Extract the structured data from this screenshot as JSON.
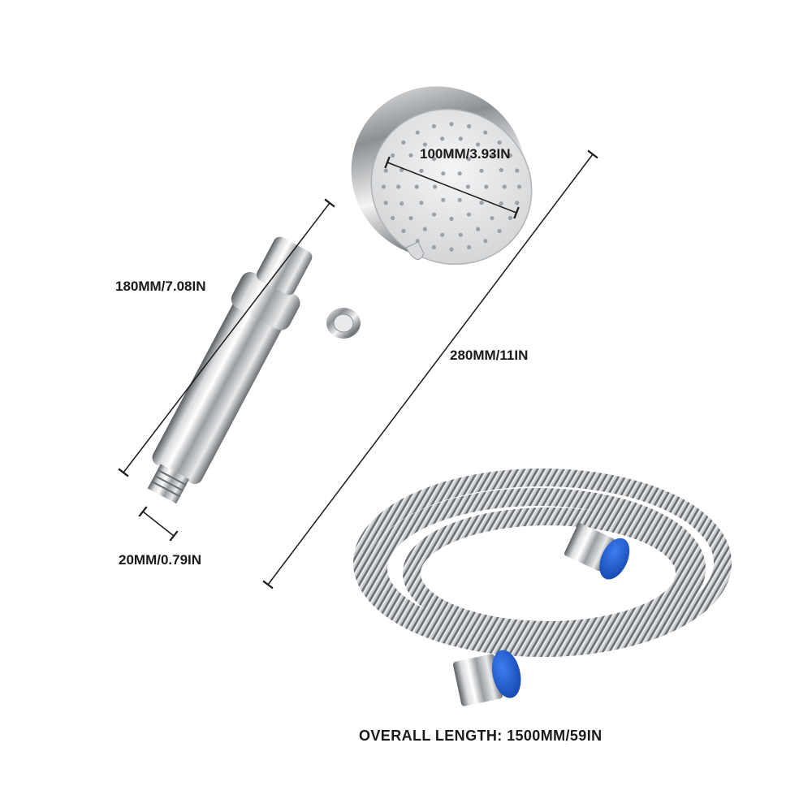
{
  "dimensions": {
    "face_diameter": "100MM/3.93IN",
    "handle_length": "180MM/7.08IN",
    "total_length": "280MM/11IN",
    "thread_diameter": "20MM/0.79IN",
    "hose_length": "OVERALL LENGTH:  1500MM/59IN"
  },
  "colors": {
    "chrome_light": "#f2f2f2",
    "chrome_mid": "#b8bcc0",
    "chrome_dark": "#4a4e52",
    "face_plate": "#e4e5e6",
    "cap_blue": "#1f5fd0",
    "dimension_line": "#1a1a1a"
  },
  "icons": [
    "shower-head-icon",
    "shower-hose-icon"
  ]
}
